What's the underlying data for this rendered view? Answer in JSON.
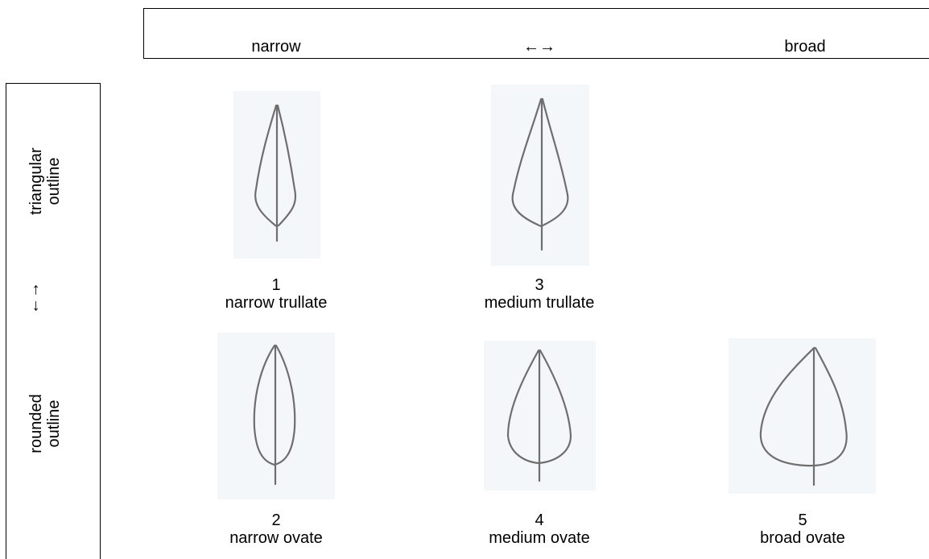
{
  "columns": {
    "left": "narrow",
    "middle": "←→",
    "right": "broad"
  },
  "rows": {
    "top": [
      "triangular",
      "outline"
    ],
    "middle": "←→",
    "bottom": [
      "rounded",
      "outline"
    ]
  },
  "shapes": [
    {
      "number": "1",
      "name": "narrow trullate"
    },
    {
      "number": "3",
      "name": "medium trullate"
    },
    {
      "number": "2",
      "name": "narrow ovate"
    },
    {
      "number": "4",
      "name": "medium ovate"
    },
    {
      "number": "5",
      "name": "broad ovate"
    }
  ]
}
